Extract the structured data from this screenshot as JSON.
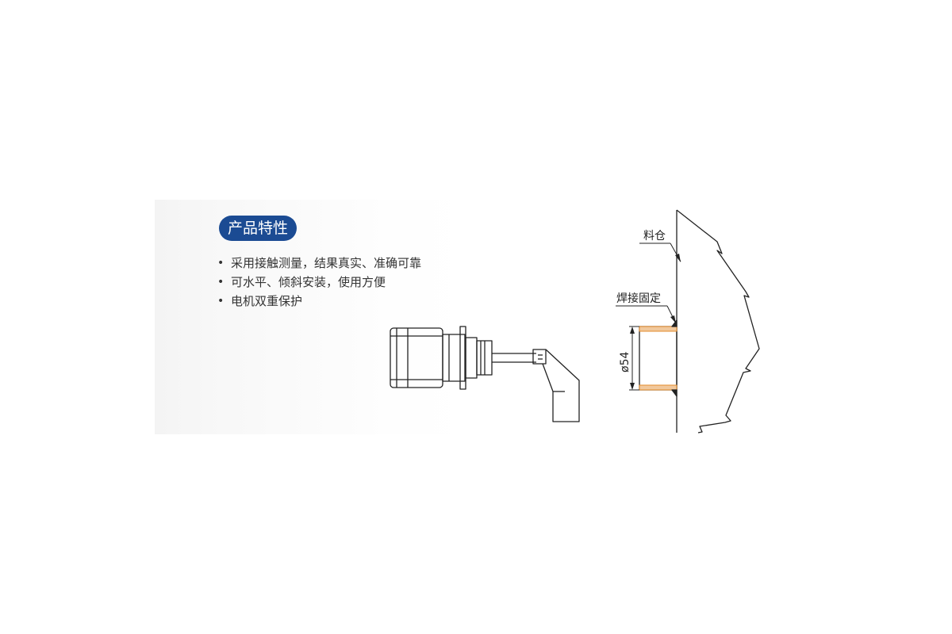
{
  "section": {
    "title": "产品特性",
    "accent_color": "#1b4b93"
  },
  "features": [
    "采用接触测量，结果真实、准确可靠",
    "可水平、倾斜安装，使用方便",
    "电机双重保护"
  ],
  "diagram": {
    "label_bin": "料仓",
    "label_weld": "焊接固定",
    "label_diameter": "ø54",
    "line_color": "#222222",
    "weld_color": "#e38b2c"
  }
}
